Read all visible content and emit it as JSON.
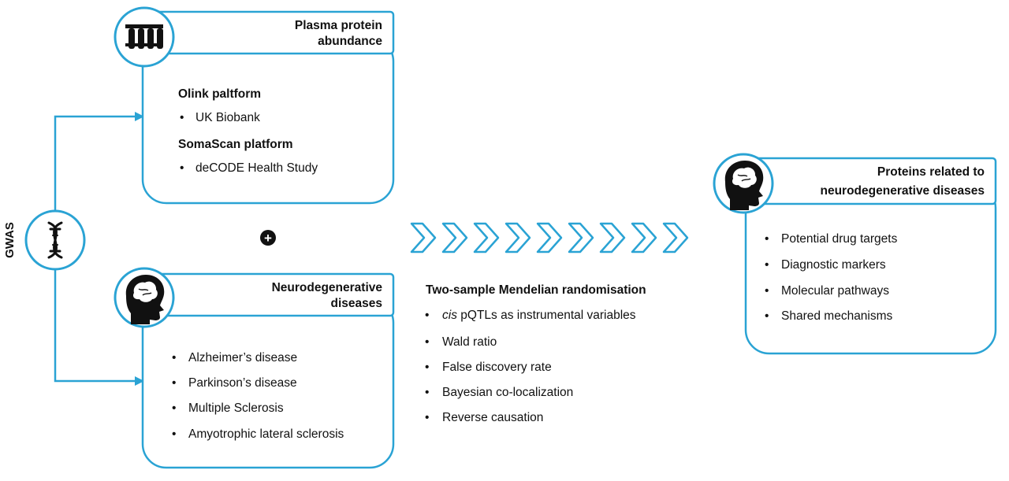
{
  "colors": {
    "accent": "#2aa3d4",
    "text": "#111111",
    "background": "#ffffff"
  },
  "gwas": {
    "label": "GWAS",
    "icon": "dna-icon"
  },
  "plasma": {
    "icon": "test-tubes-icon",
    "title_line1": "Plasma protein",
    "title_line2": "abundance",
    "olink_title": "Olink paltform",
    "olink_items": [
      "UK Biobank"
    ],
    "soma_title": "SomaScan platform",
    "soma_items": [
      "deCODE Health Study"
    ]
  },
  "plus_symbol": "+",
  "neuro": {
    "icon": "brain-head-icon",
    "title_line1": "Neurodegenerative",
    "title_line2": "diseases",
    "items": [
      "Alzheimer’s disease",
      "Parkinson’s disease",
      "Multiple Sclerosis",
      "Amyotrophic lateral sclerosis"
    ]
  },
  "mr": {
    "title": "Two-sample Mendelian randomisation",
    "item1_italic": "cis",
    "item1_rest": " pQTLs as instrumental variables",
    "items": [
      "Wald ratio",
      "False discovery rate",
      "Bayesian co-localization",
      "Reverse causation"
    ]
  },
  "result": {
    "icon": "brain-head-icon",
    "title_line1": "Proteins related to",
    "title_line2": "neurodegenerative diseases",
    "items": [
      "Potential drug targets",
      "Diagnostic markers",
      "Molecular pathways",
      "Shared mechanisms"
    ]
  },
  "bullet": "•"
}
